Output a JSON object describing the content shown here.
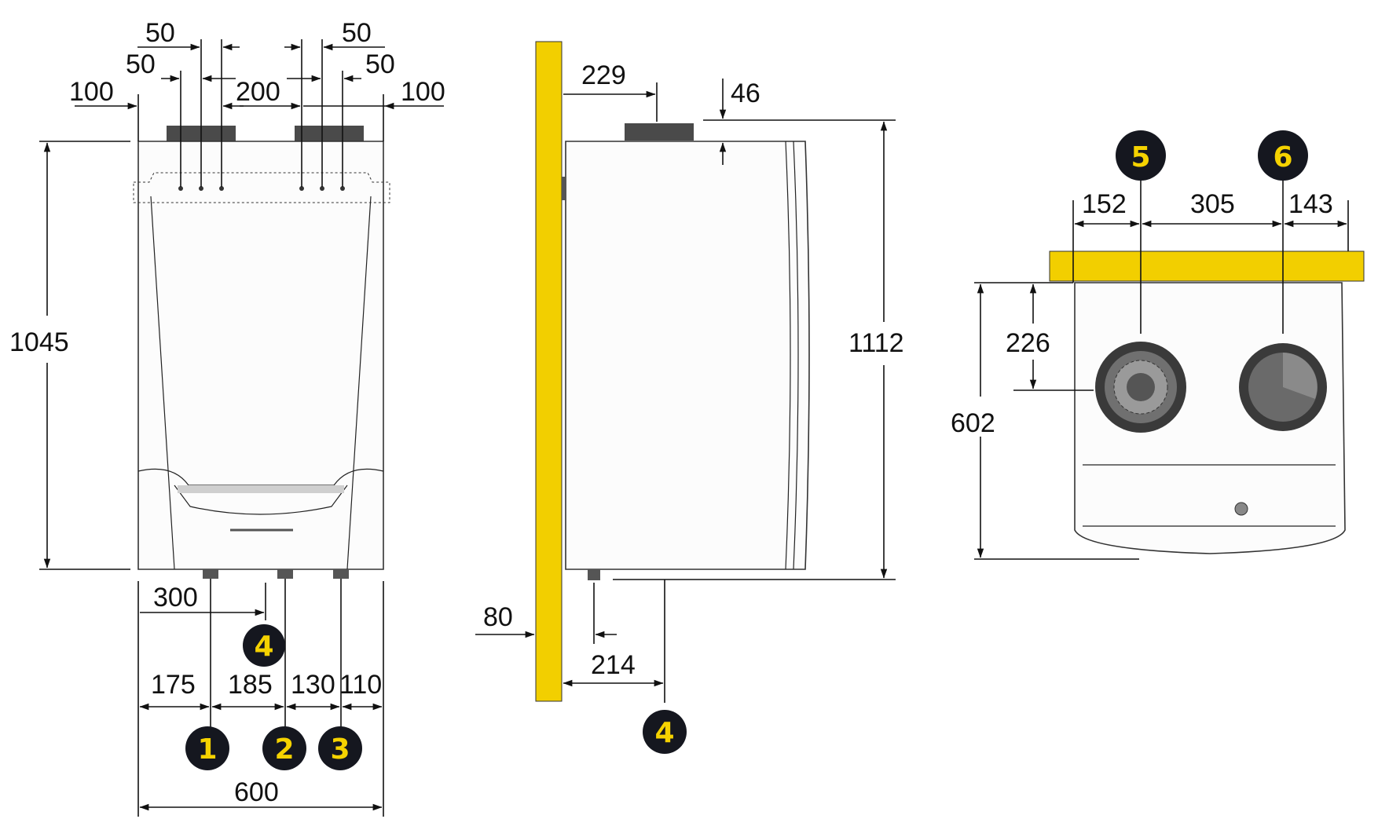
{
  "colors": {
    "wall": "#f2cf00",
    "badge": "#15171f",
    "badge_text": "#f5d200",
    "line": "#111111"
  },
  "front_view": {
    "dims": {
      "top_50_right_of_left_pipe": "50",
      "top_50_left_of_right_pipe": "50",
      "top_50_second_left": "50",
      "top_50_second_right": "50",
      "left_100": "100",
      "middle_200": "200",
      "right_100": "100",
      "height_1045": "1045",
      "bottom_300": "300",
      "bottom_175": "175",
      "bottom_185": "185",
      "bottom_130": "130",
      "bottom_110": "110",
      "width_600": "600"
    },
    "badges": {
      "b1": "1",
      "b2": "2",
      "b3": "3",
      "b4": "4"
    }
  },
  "side_view": {
    "dims": {
      "top_229": "229",
      "top_46": "46",
      "height_1112": "1112",
      "bottom_80": "80",
      "bottom_214": "214"
    },
    "badges": {
      "b4": "4"
    }
  },
  "top_view": {
    "dims": {
      "left_152": "152",
      "middle_305": "305",
      "right_143": "143",
      "depth_226": "226",
      "depth_602": "602"
    },
    "badges": {
      "b5": "5",
      "b6": "6"
    }
  }
}
